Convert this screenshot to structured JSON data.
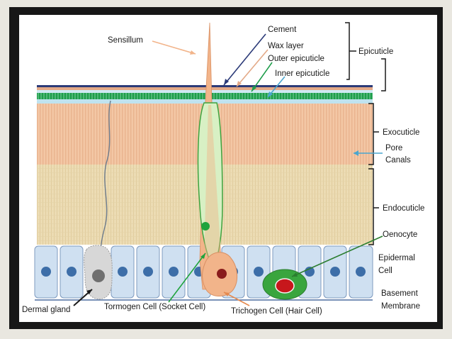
{
  "labels": {
    "sensillum": "Sensillum",
    "cement": "Cement",
    "wax_layer": "Wax layer",
    "outer_epicuticle": "Outer epicuticle",
    "inner_epicuticle": "Inner epicuticle",
    "epicuticle": "Epicuticle",
    "exocuticle": "Exocuticle",
    "pore_canals_line1": "Pore",
    "pore_canals_line2": "Canals",
    "endocuticle": "Endocuticle",
    "oenocyte": "Oenocyte",
    "epidermal_cell_line1": "Epidermal",
    "epidermal_cell_line2": "Cell",
    "basement_membrane_line1": "Basement",
    "basement_membrane_line2": "Membrane",
    "dermal_gland": "Dermal gland",
    "tormogen_cell": "Tormogen Cell (Socket Cell)",
    "trichogen_cell": "Trichogen Cell (Hair Cell)"
  },
  "colors": {
    "frame": "#171717",
    "cement": "#2b3a78",
    "wax_layer": "#e3a987",
    "outer_epicuticle": "#1d9d4a",
    "inner_epicuticle": "#4aa6cf",
    "exocuticle": "#f3c7a5",
    "endocuticle": "#ecdcb4",
    "epidermal_cell": "#cfe0f1",
    "nucleus": "#3d6ea8",
    "sensillum": "#f2b48a",
    "tormogen": "#d8f0c4",
    "oenocyte": "#39a53e",
    "oenocyte_nucleus": "#c7171c"
  }
}
